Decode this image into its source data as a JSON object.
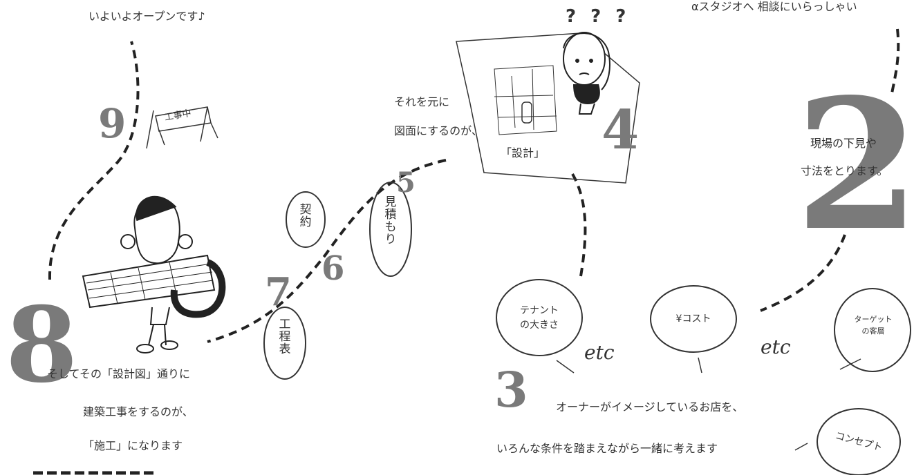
{
  "texts": {
    "step9_caption": "いよいよオープンです♪",
    "step1_caption": "αスタジオへ 相談にいらっしゃい",
    "step2_line1": "現場の下見や",
    "step2_line2": "寸法をとります。",
    "step4_line1": "それを元に",
    "step4_line2": "図面にするのが、",
    "step4_label": "「設計」",
    "step9_sign": "工事中",
    "step8_line1": "そしてその「設計図」通りに",
    "step8_line2": "建築工事をするのが、",
    "step8_line3": "「施工」になります",
    "step3_line1": "オーナーがイメージしているお店を、",
    "step3_line2": "いろんな条件を踏まえながら一緒に考えます"
  },
  "numbers": {
    "n2": "2",
    "n3": "3",
    "n4": "4",
    "n5": "5",
    "n6": "6",
    "n7": "7",
    "n8": "8",
    "n9": "9"
  },
  "bubbles": {
    "tenant_line1": "テナント",
    "tenant_line2": "の大きさ",
    "cost": "¥コスト",
    "target_line1": "ターゲット",
    "target_line2": "の客層",
    "concept": "コンセプト",
    "etc1": "etc",
    "etc2": "etc"
  },
  "vertical_labels": {
    "mitsumori": [
      "見",
      "積",
      "も",
      "り"
    ],
    "keiyaku": [
      "契",
      "約"
    ],
    "koutei": [
      "工",
      "程",
      "表"
    ]
  },
  "question_marks": "? ? ?",
  "colors": {
    "number_gray": "#7a7a7a",
    "text": "#333333",
    "line": "#222222"
  }
}
